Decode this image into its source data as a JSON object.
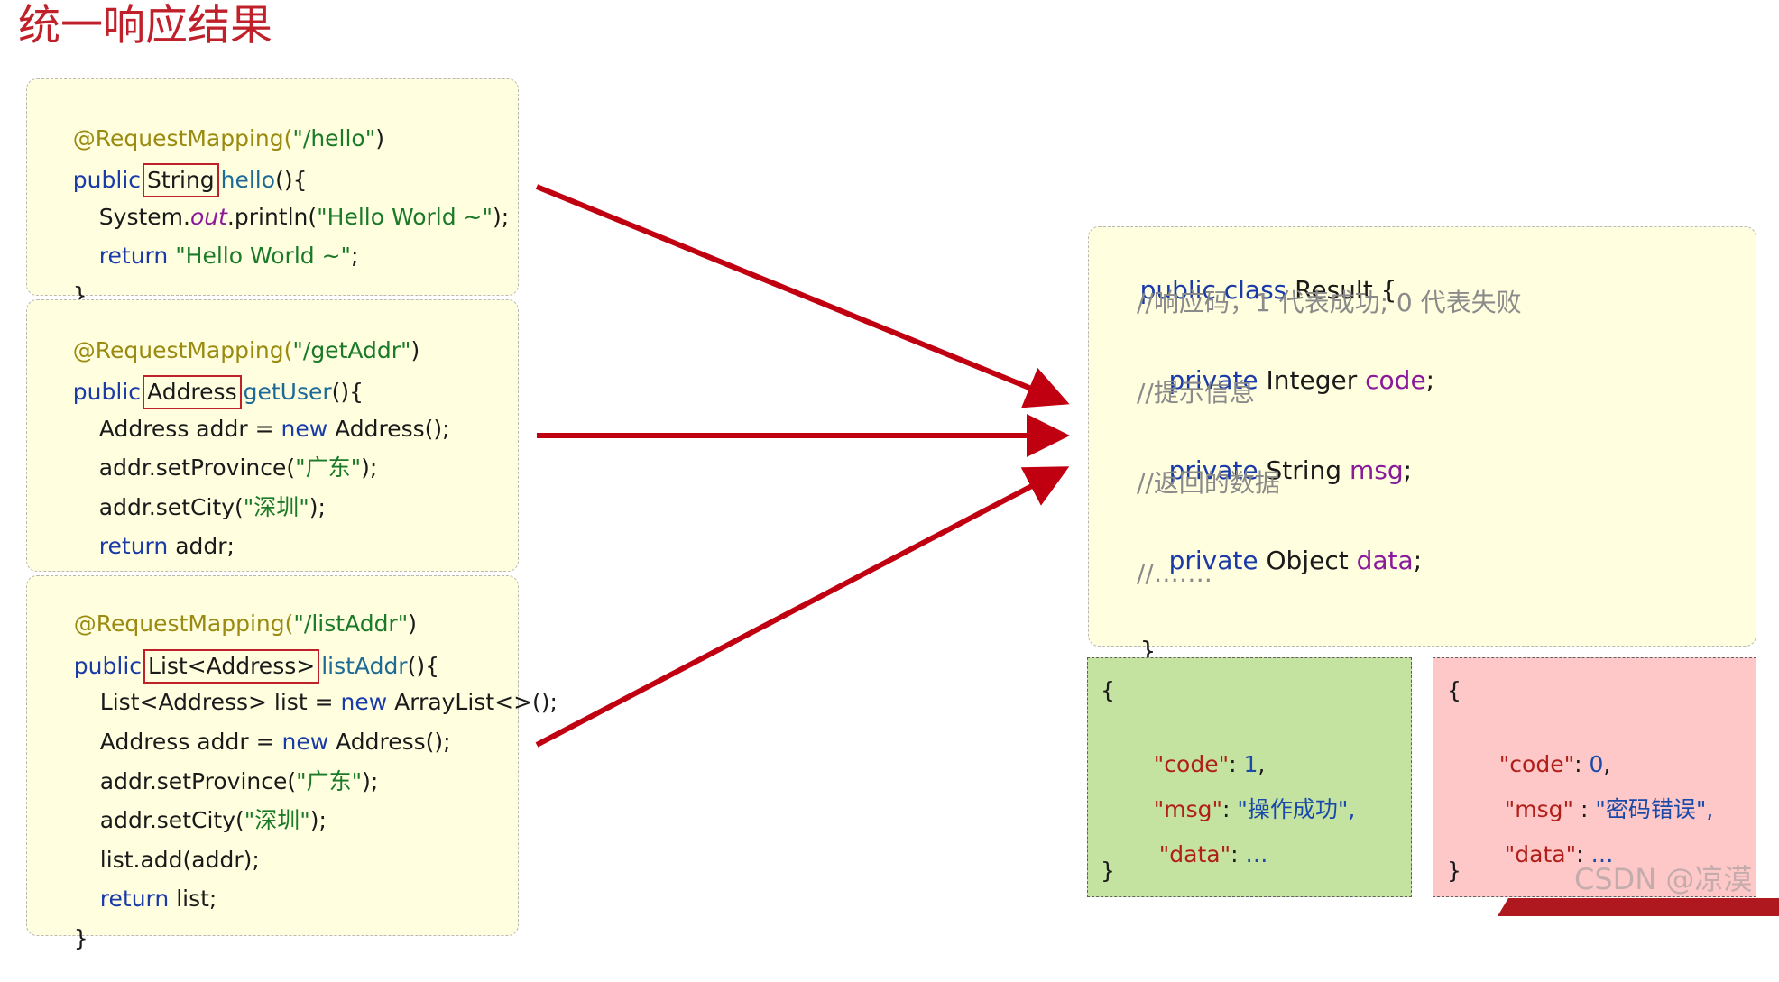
{
  "title": "统一响应结果",
  "box1": {
    "l1": {
      "ann": "@RequestMapping(",
      "str": "\"/hello\"",
      "close": ")"
    },
    "l2": {
      "kw": "public",
      "type": "String",
      "method": "hello",
      "rest": "(){"
    },
    "l3": {
      "a": "System.",
      "it": "out",
      "b": ".println(",
      "str": "\"Hello World ~\"",
      "c": ");"
    },
    "l4": {
      "kw": "return ",
      "str": "\"Hello World ~\"",
      "c": ";"
    },
    "l5": "}"
  },
  "box2": {
    "l1": {
      "ann": "@RequestMapping(",
      "str": "\"/getAddr\"",
      "close": ")"
    },
    "l2": {
      "kw": "public",
      "type": "Address",
      "method": "getUser",
      "rest": "(){"
    },
    "l3": {
      "a": "Address addr = ",
      "kw": "new",
      "b": " Address();"
    },
    "l4": {
      "a": "addr.setProvince(",
      "str": "\"广东\"",
      "b": ");"
    },
    "l5": {
      "a": "addr.setCity(",
      "str": "\"深圳\"",
      "b": ");"
    },
    "l6": {
      "kw": "return",
      "b": " addr;"
    },
    "l7": "}"
  },
  "box3": {
    "l1": {
      "ann": "@RequestMapping(",
      "str": "\"/listAddr\"",
      "close": ")"
    },
    "l2": {
      "kw": "public",
      "type": "List<Address>",
      "method": "listAddr",
      "rest": "(){"
    },
    "l3": {
      "a": "List<Address> list = ",
      "kw": "new",
      "b": " ArrayList<>();"
    },
    "l4": {
      "a": "Address addr = ",
      "kw": "new",
      "b": " Address();"
    },
    "l5": {
      "a": "addr.setProvince(",
      "str": "\"广东\"",
      "b": ");"
    },
    "l6": {
      "a": "addr.setCity(",
      "str": "\"深圳\"",
      "b": ");"
    },
    "l7": "list.add(addr);",
    "l8": {
      "kw": "return",
      "b": " list;"
    },
    "l9": "}"
  },
  "result": {
    "l1": {
      "kw": "public class",
      "b": " Result {"
    },
    "l2": "//响应码，1 代表成功; 0 代表失败",
    "l3": {
      "kw": "private",
      "type": " Integer ",
      "field": "code",
      "end": ";"
    },
    "l4": "//提示信息",
    "l5": {
      "kw": "private",
      "type": " String ",
      "field": "msg",
      "end": ";"
    },
    "l6": "//返回的数据",
    "l7": {
      "kw": "private",
      "type": " Object ",
      "field": "data",
      "end": ";"
    },
    "l8": "//…….",
    "l9": "}"
  },
  "json_success": {
    "open": "{",
    "code_key": "\"code\"",
    "code_sep": ": ",
    "code_val": "1",
    "code_end": ",",
    "msg_key": "\"msg\"",
    "msg_sep": ": ",
    "msg_val": "\"操作成功\",",
    "data_key": "\"data\"",
    "data_sep": ": ",
    "data_val": "…",
    "close": "}"
  },
  "json_fail": {
    "open": "{",
    "code_key": "\"code\"",
    "code_sep": ": ",
    "code_val": "0",
    "code_end": ",",
    "msg_key": "\"msg\"",
    "msg_sep": " : ",
    "msg_val": "\"密码错误\",",
    "data_key": "\"data\"",
    "data_sep": ": ",
    "data_val": "…",
    "close": "}"
  },
  "watermark": "CSDN @凉漠",
  "colors": {
    "title": "#c0202a",
    "arrow": "#c00010",
    "code_box_bg": "#ffffe0",
    "success_bg": "#c5e3a0",
    "fail_bg": "#ffc8c8"
  }
}
